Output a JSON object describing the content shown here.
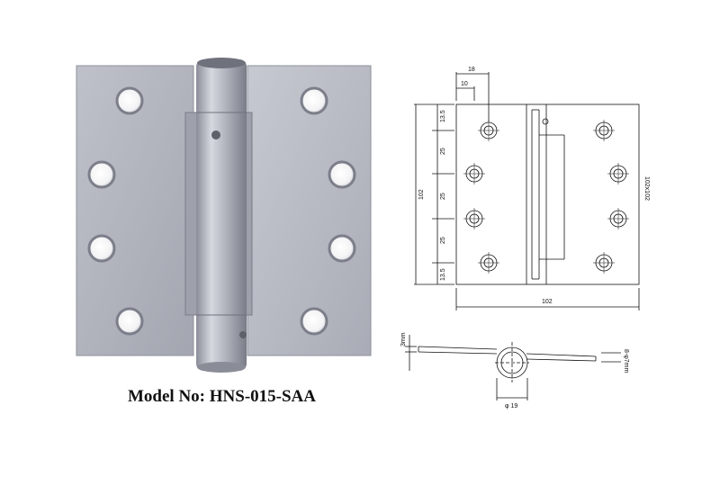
{
  "product": {
    "model_label": "Model No: HNS-015-SAA"
  },
  "front_view": {
    "top_offsets": [
      "18",
      "10"
    ],
    "vertical_spacing": [
      "13.5",
      "25",
      "25",
      "25",
      "13.5"
    ],
    "overall_height": "102",
    "overall_width": "102",
    "size_label": "102x102"
  },
  "side_view": {
    "plate_thickness": "3mm",
    "knuckle_diameter": "φ 19",
    "holes": "8-φ7mm"
  },
  "colors": {
    "steel_light": "#c9cbd3",
    "steel_mid": "#a8abb5",
    "steel_dark": "#7c7f8a",
    "line": "#111111"
  }
}
